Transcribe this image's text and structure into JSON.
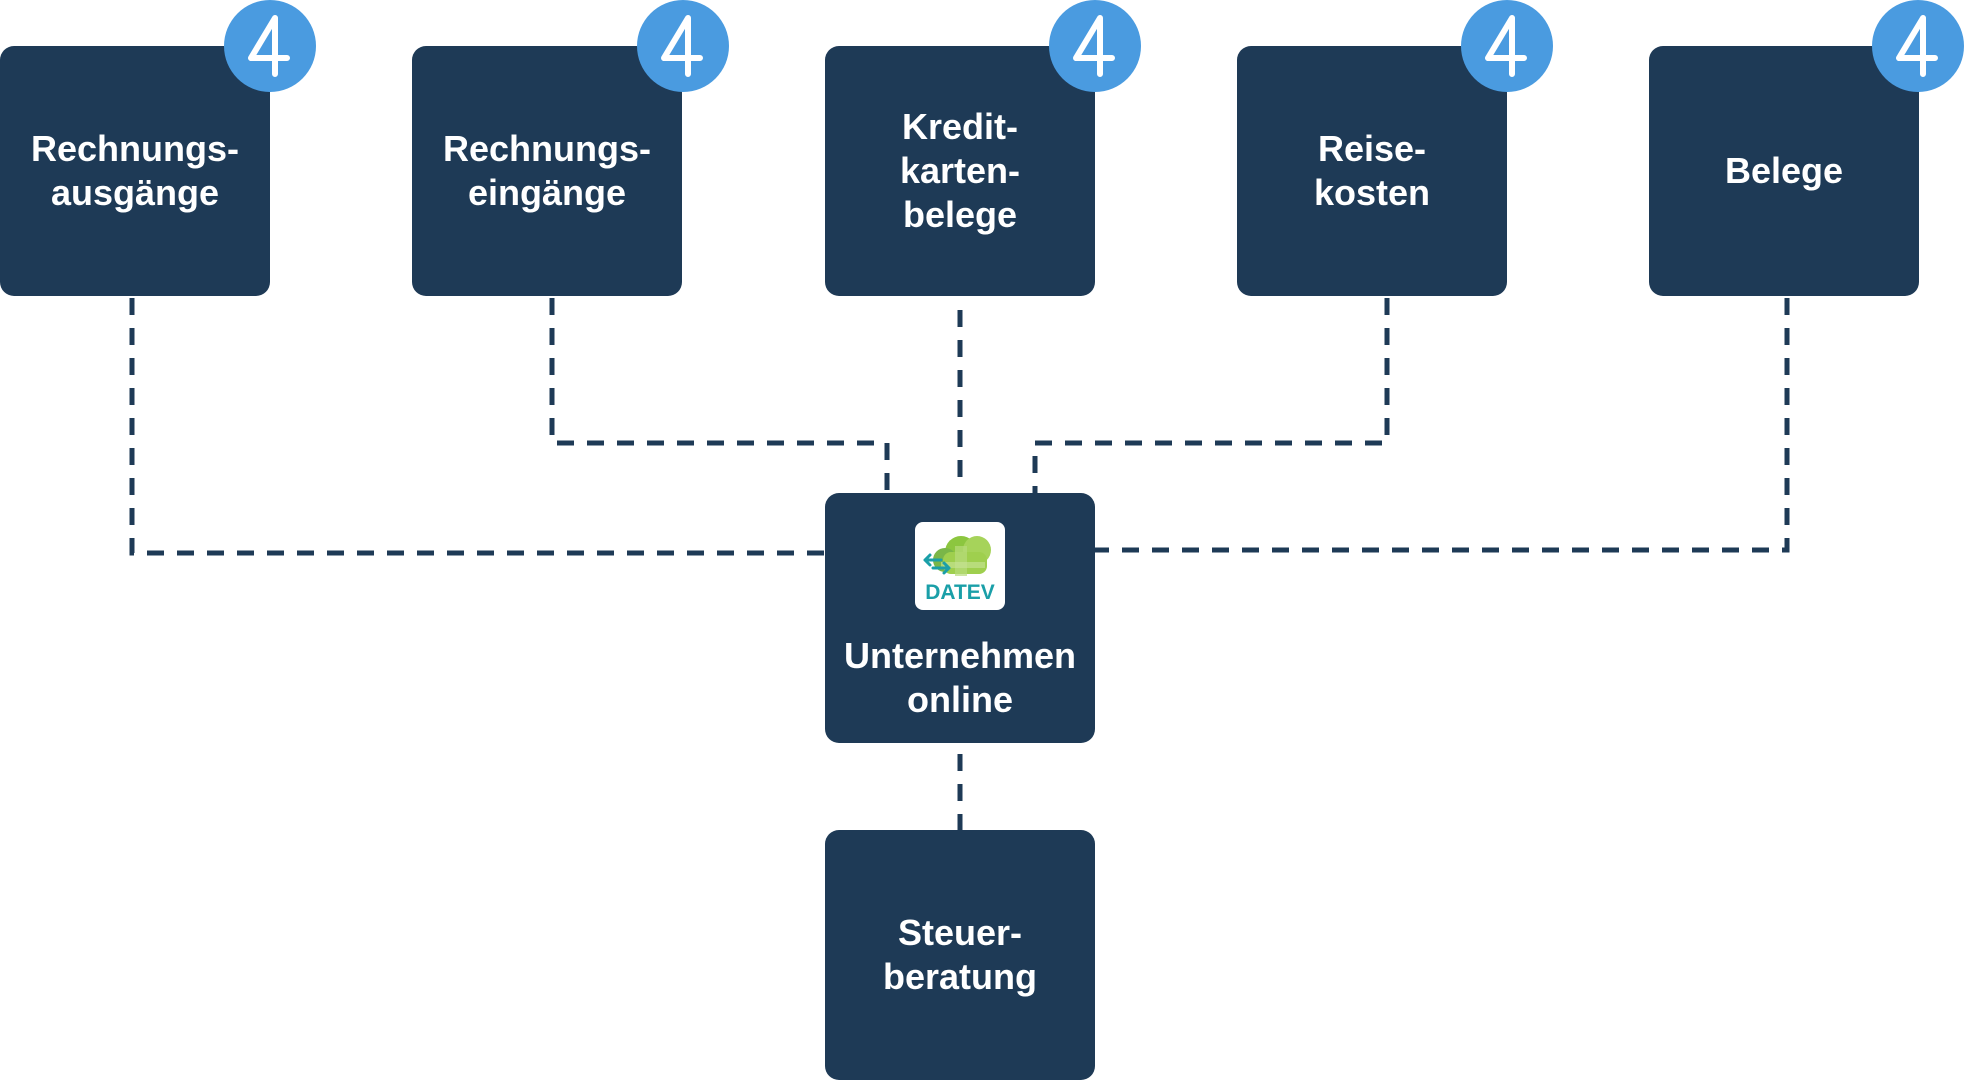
{
  "colors": {
    "box": "#1e3a56",
    "badge": "#4a9be0",
    "text": "#ffffff",
    "logo_text": "#1a9fa8"
  },
  "sources": [
    {
      "label": "Rechnungs-\nausgänge",
      "badge": "4"
    },
    {
      "label": "Rechnungs-\neingänge",
      "badge": "4"
    },
    {
      "label": "Kredit-\nkarten-\nbelege",
      "badge": "4"
    },
    {
      "label": "Reise-\nkosten",
      "badge": "4"
    },
    {
      "label": "Belege",
      "badge": "4"
    }
  ],
  "hub": {
    "logo_text": "DATEV",
    "logo_icon": "datev-cloud-logo",
    "label": "Unternehmen\nonline"
  },
  "target": {
    "label": "Steuer-\nberatung"
  }
}
